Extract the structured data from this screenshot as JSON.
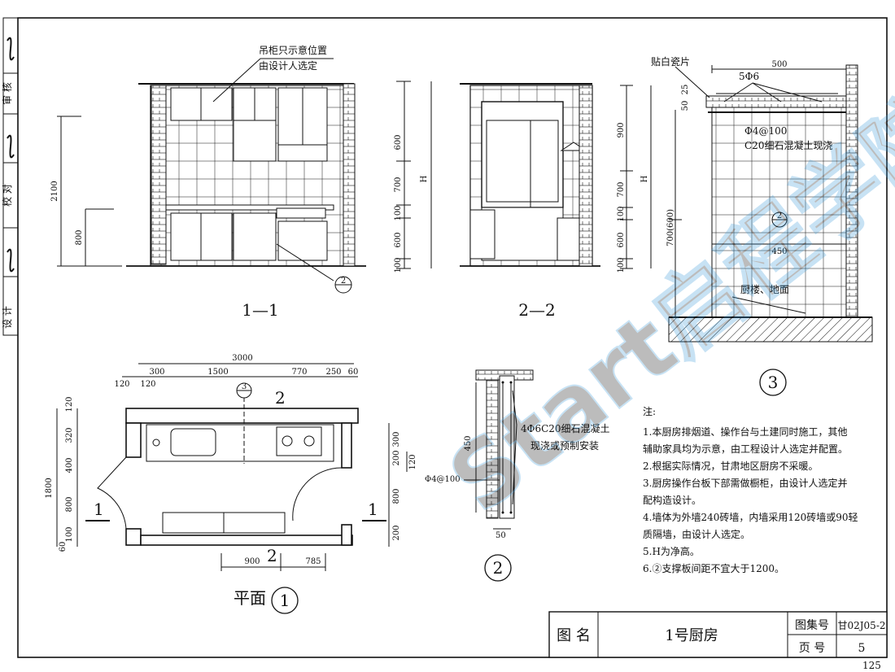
{
  "colors": {
    "line": "#111111",
    "paper": "#ffffff",
    "watermark": "#3a9ad9"
  },
  "sidebar": {
    "cells": [
      "设 计",
      "校 对",
      "审 核"
    ]
  },
  "watermark": "Start启程学院",
  "elev_1_1": {
    "label": "1—1",
    "callout": [
      "吊柜只示意位置",
      "由设计人选定"
    ],
    "left_dims": [
      "2100",
      "800"
    ],
    "right_dims": [
      "600",
      "700",
      "100",
      "600",
      "100"
    ],
    "h_label": "H",
    "section_mark": "2"
  },
  "elev_2_2": {
    "label": "2—2",
    "right_dims": [
      "900",
      "700",
      "100",
      "600",
      "100"
    ],
    "h_label": "H"
  },
  "detail_3": {
    "tile_label": "贴白瓷片",
    "dims_top": [
      "500",
      "25",
      "50"
    ],
    "rebar": "5Φ6",
    "mesh": "Φ4@100",
    "concrete": "C20细石混凝土现浇",
    "left_dim": "700(600)",
    "inner_dim": "450",
    "section_mark": "2",
    "floor_label": "厨楼、地面",
    "number": "3"
  },
  "plan_1": {
    "label": "平面",
    "number": "1",
    "top_dims": [
      "3000",
      "300",
      "1500",
      "770",
      "250",
      "60",
      "120",
      "120"
    ],
    "left_dims": [
      "120",
      "320",
      "400",
      "1800",
      "800",
      "100",
      "60"
    ],
    "right_dims": [
      "300",
      "200",
      "120",
      "800",
      "200"
    ],
    "bottom_dims": [
      "900",
      "785"
    ],
    "section_1": "1",
    "section_2": "2",
    "section_3": "3"
  },
  "detail_2": {
    "rebar": "4Φ6C20细石混凝土",
    "rebar2": "现浇或预制安装",
    "mesh": "Φ4@100",
    "height": "450",
    "width": "50",
    "number": "2"
  },
  "notes": {
    "title": "注:",
    "items": [
      "1.本厨房排烟道、操作台与土建同时施工，其他",
      "   辅助家具均为示意，由工程设计人选定并配置。",
      "2.根据实际情况，甘肃地区厨房不采暖。",
      "3.厨房操作台板下部需做橱柜，由设计人选定并",
      "   配构造设计。",
      "4.墙体为外墙240砖墙，内墙采用120砖墙或90轻",
      "   质隔墙，由设计人选定。",
      "5.H为净高。",
      "6.②支撑板间距不宜大于1200。"
    ]
  },
  "title_block": {
    "name_label": "图 名",
    "name_value": "1号厨房",
    "atlas_label": "图集号",
    "atlas_value": "甘02J05-2",
    "page_label": "页  号",
    "page_value": "5"
  },
  "page_corner": "125"
}
